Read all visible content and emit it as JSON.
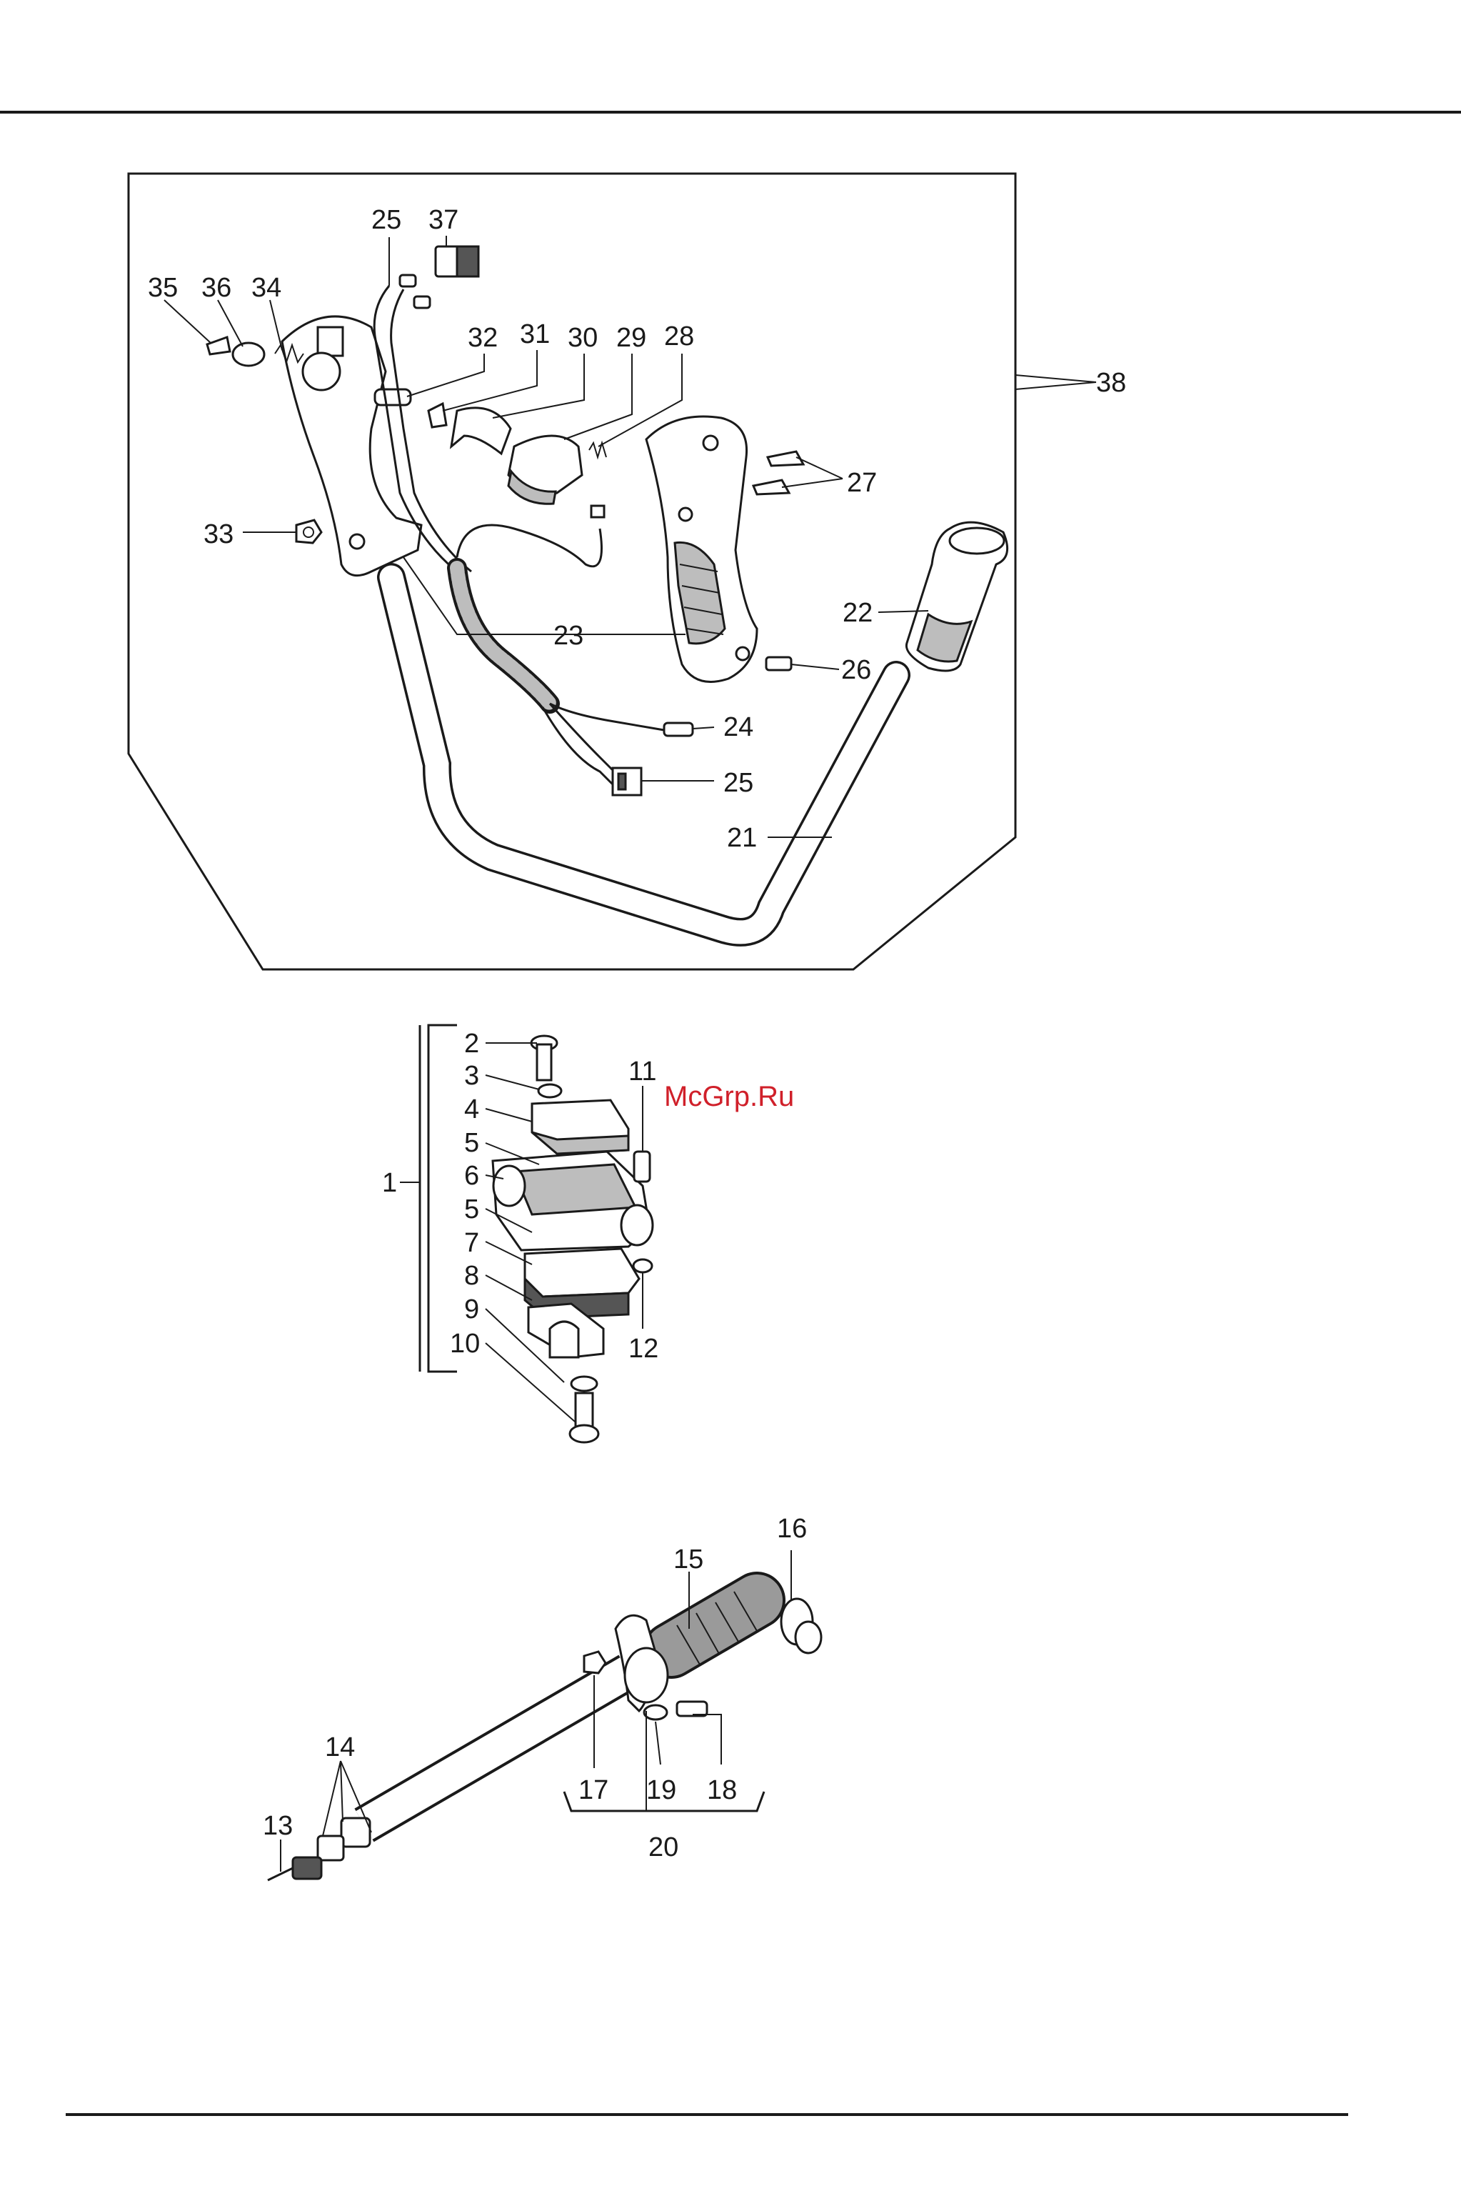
{
  "watermark": "McGrp.Ru",
  "callouts": {
    "top": [
      "25",
      "37",
      "35",
      "36",
      "34",
      "32",
      "31",
      "30",
      "29",
      "28",
      "38",
      "27",
      "33",
      "22",
      "23",
      "26",
      "24",
      "25",
      "21"
    ],
    "middle": [
      "2",
      "3",
      "11",
      "4",
      "5",
      "6",
      "1",
      "5",
      "7",
      "8",
      "12",
      "9",
      "10"
    ],
    "bottom": [
      "16",
      "15",
      "14",
      "17",
      "19",
      "18",
      "13",
      "20"
    ]
  }
}
